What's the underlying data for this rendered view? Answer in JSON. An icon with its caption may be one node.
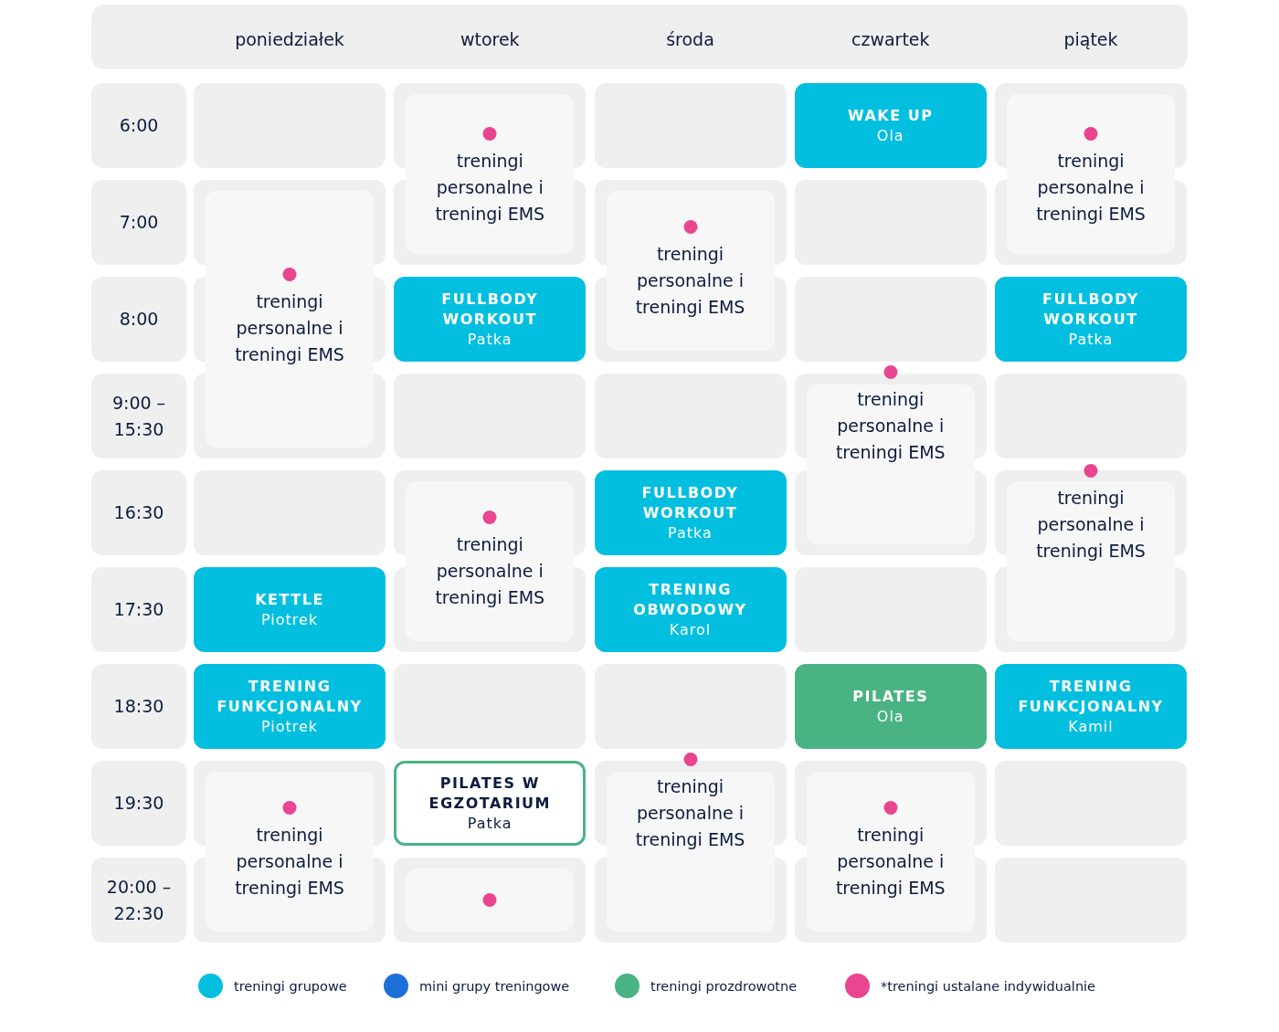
{
  "diagram": {
    "nodes": [
      {
        "text": [
          "6:00"
        ]
      },
      {
        "text": [
          "treningi personalne i treningi EMS"
        ]
      },
      {
        "text": [
          "WAKE UP",
          "Ola"
        ]
      },
      {
        "text": [
          "treningi personalne i treningi EMS"
        ]
      },
      {
        "text": [
          "7:00"
        ]
      },
      {
        "text": [
          "treningi personalne i treningi EMS"
        ]
      },
      {
        "text": [
          "treningi personalne i treningi EMS"
        ]
      },
      {
        "text": [
          "8:00"
        ]
      },
      {
        "text": [
          "FULLBODY WORKOUT",
          "Patka"
        ]
      },
      {
        "text": [
          "FULLBODY WORKOUT",
          "Patka"
        ]
      },
      {
        "text": [
          "9:00 – 15:30"
        ]
      },
      {
        "text": [
          "treningi personalne i treningi EMS"
        ]
      },
      {
        "text": [
          "16:30"
        ]
      },
      {
        "text": [
          "treningi personalne i treningi EMS"
        ]
      },
      {
        "text": [
          "FULLBODY WORKOUT",
          "Patka"
        ]
      },
      {
        "text": [
          "treningi personalne i treningi EMS"
        ]
      },
      {
        "text": [
          "17:30"
        ]
      },
      {
        "text": [
          "KETTLE",
          "Piotrek"
        ]
      },
      {
        "text": [
          "TRENING OBWODOWY",
          "Karol"
        ]
      },
      {
        "text": [
          "18:30"
        ]
      },
      {
        "text": [
          "TRENING FUNKCJONALNY",
          "Piotrek"
        ]
      },
      {
        "text": [
          "PILATES",
          "Ola"
        ]
      },
      {
        "text": [
          "TRENING FUNKCJONALNY",
          "Kamil"
        ]
      },
      {
        "text": [
          "19:30"
        ]
      },
      {
        "text": [
          "treningi personalne i treningi EMS"
        ]
      },
      {
        "text": [
          "PILATES W EGZOTARIUM",
          "Patka"
        ]
      },
      {
        "text": [
          "treningi personalne i treningi EMS"
        ]
      },
      {
        "text": [
          "treningi personalne i treningi EMS"
        ]
      },
      {
        "text": [
          "20:00 – 22:30"
        ]
      },
      {
        "text": [],
        "shape": "box"
      }
    ],
    "labels": [
      "poniedziałek",
      "wtorek",
      "środa",
      "czwartek",
      "piątek"
    ],
    "legend": [
      {
        "text": "treningi grupowe",
        "color": "#03bfdf"
      },
      {
        "text": "mini grupy treningowe",
        "color": "#1f6fd8"
      },
      {
        "text": "treningi prozdrowotne",
        "color": "#4ab384"
      },
      {
        "text": "*treningi ustalane indywidualnie",
        "color": "#e94590"
      }
    ]
  }
}
